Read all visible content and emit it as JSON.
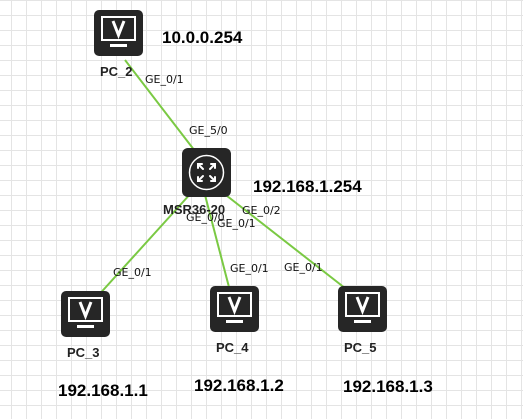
{
  "diagram": {
    "link_color": "#7ac943",
    "device_color": "#262626",
    "nodes": {
      "pc2": {
        "name": "PC_2",
        "ip": "10.0.0.254"
      },
      "router": {
        "name": "MSR36-20",
        "ip": "192.168.1.254"
      },
      "pc3": {
        "name": "PC_3",
        "ip": "192.168.1.1"
      },
      "pc4": {
        "name": "PC_4",
        "ip": "192.168.1.2"
      },
      "pc5": {
        "name": "PC_5",
        "ip": "192.168.1.3"
      }
    },
    "links": [
      {
        "from": "pc2",
        "to": "router",
        "from_port": "GE_0/1",
        "to_port": "GE_5/0"
      },
      {
        "from": "router",
        "to": "pc3",
        "from_port": "GE_0/0",
        "to_port": "GE_0/1"
      },
      {
        "from": "router",
        "to": "pc4",
        "from_port": "GE_0/1",
        "to_port": "GE_0/1"
      },
      {
        "from": "router",
        "to": "pc5",
        "from_port": "GE_0/2",
        "to_port": "GE_0/1"
      }
    ]
  }
}
